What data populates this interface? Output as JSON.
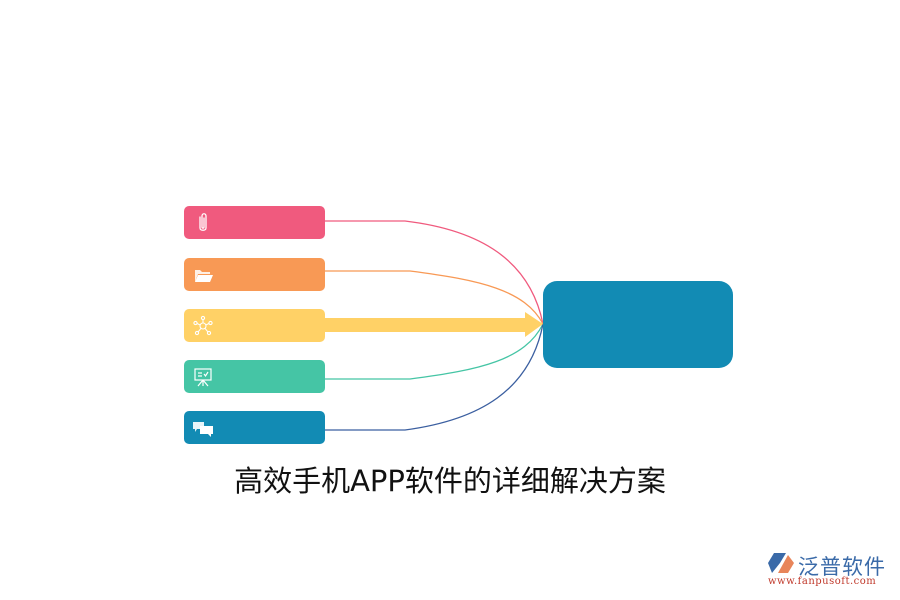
{
  "title": "高效手机APP软件的详细解决方案",
  "colors": {
    "pink": "#f05a7e",
    "orange": "#f89955",
    "yellow": "#ffd166",
    "teal": "#45c5a5",
    "blue": "#128bb4",
    "line_blue": "#3b5fa0",
    "center": "#128bb4"
  },
  "nodes": [
    {
      "icon": "paperclip-icon",
      "color": "#f05a7e",
      "label": ""
    },
    {
      "icon": "folder-icon",
      "color": "#f89955",
      "label": ""
    },
    {
      "icon": "network-icon",
      "color": "#ffd166",
      "label": ""
    },
    {
      "icon": "presentation-board-icon",
      "color": "#45c5a5",
      "label": ""
    },
    {
      "icon": "chat-bubbles-icon",
      "color": "#128bb4",
      "label": ""
    }
  ],
  "center_node": {
    "label": ""
  },
  "logo": {
    "brand": "泛普软件",
    "url": "www.fanpusoft.com"
  }
}
